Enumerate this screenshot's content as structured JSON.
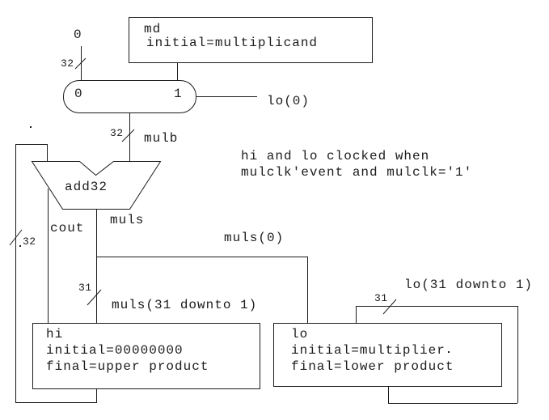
{
  "colors": {
    "line": "#1c1c1c",
    "background": "#ffffff"
  },
  "md_box": {
    "name": "md",
    "initial": "initial=multiplicand"
  },
  "hi_box": {
    "name": "hi",
    "initial": "initial=00000000",
    "final": "final=upper product"
  },
  "lo_box": {
    "name": "lo",
    "initial": "initial=multiplier",
    "final": "final=lower product"
  },
  "mux": {
    "in0": "0",
    "in1": "1",
    "select_label": "lo(0)"
  },
  "adder": {
    "label": "add32",
    "cout": "cout",
    "sum": "muls"
  },
  "note": {
    "line1": "hi and lo clocked when",
    "line2": "mulclk'event and mulclk='1'"
  },
  "wires": {
    "const_zero": "0",
    "bus32_top": "32",
    "bus32_mulb": "32",
    "mulb": "mulb",
    "bus32_feedback": "32",
    "muls0": "muls(0)",
    "bus31_muls": "31",
    "muls_slice": "muls(31 downto 1)",
    "bus31_lo": "31",
    "lo_slice": "lo(31 downto 1)"
  }
}
